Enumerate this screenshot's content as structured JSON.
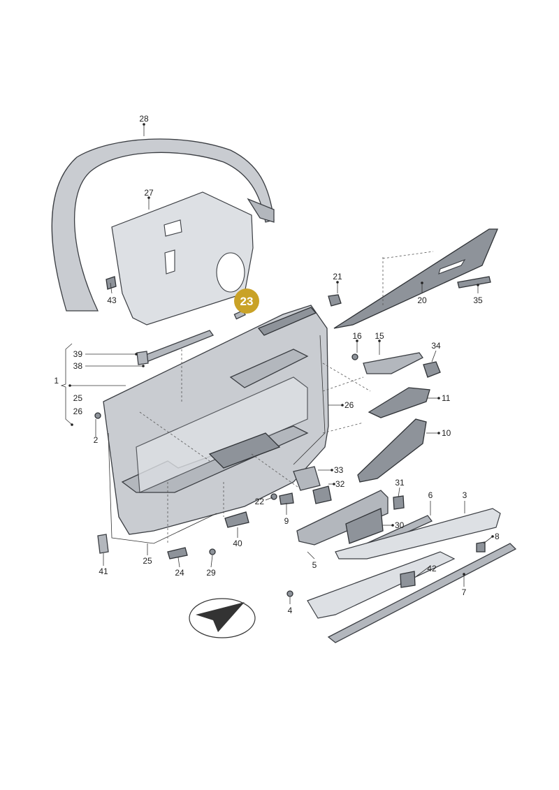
{
  "diagram": {
    "highlight": {
      "label": "23",
      "color": "#c9a227"
    },
    "colors": {
      "part": "#c9ccd1",
      "line": "#3a3d42",
      "highlight": "#c9a227"
    },
    "callouts": [
      {
        "id": "c28",
        "label": "28"
      },
      {
        "id": "c27",
        "label": "27"
      },
      {
        "id": "c43",
        "label": "43"
      },
      {
        "id": "c21",
        "label": "21"
      },
      {
        "id": "c20",
        "label": "20"
      },
      {
        "id": "c35",
        "label": "35"
      },
      {
        "id": "c39",
        "label": "39"
      },
      {
        "id": "c38",
        "label": "38"
      },
      {
        "id": "c1",
        "label": "1"
      },
      {
        "id": "c25a",
        "label": "25"
      },
      {
        "id": "c26a",
        "label": "26"
      },
      {
        "id": "c2",
        "label": "2"
      },
      {
        "id": "c16",
        "label": "16"
      },
      {
        "id": "c15",
        "label": "15"
      },
      {
        "id": "c34",
        "label": "34"
      },
      {
        "id": "c11",
        "label": "11"
      },
      {
        "id": "c26b",
        "label": "26"
      },
      {
        "id": "c10",
        "label": "10"
      },
      {
        "id": "c33",
        "label": "33"
      },
      {
        "id": "c32",
        "label": "32"
      },
      {
        "id": "c31",
        "label": "31"
      },
      {
        "id": "c22",
        "label": "22"
      },
      {
        "id": "c9",
        "label": "9"
      },
      {
        "id": "c6",
        "label": "6"
      },
      {
        "id": "c3",
        "label": "3"
      },
      {
        "id": "c30",
        "label": "30"
      },
      {
        "id": "c40",
        "label": "40"
      },
      {
        "id": "c8",
        "label": "8"
      },
      {
        "id": "c41",
        "label": "41"
      },
      {
        "id": "c25b",
        "label": "25"
      },
      {
        "id": "c24",
        "label": "24"
      },
      {
        "id": "c29",
        "label": "29"
      },
      {
        "id": "c5",
        "label": "5"
      },
      {
        "id": "c42",
        "label": "42"
      },
      {
        "id": "c7",
        "label": "7"
      },
      {
        "id": "c4",
        "label": "4"
      }
    ]
  }
}
